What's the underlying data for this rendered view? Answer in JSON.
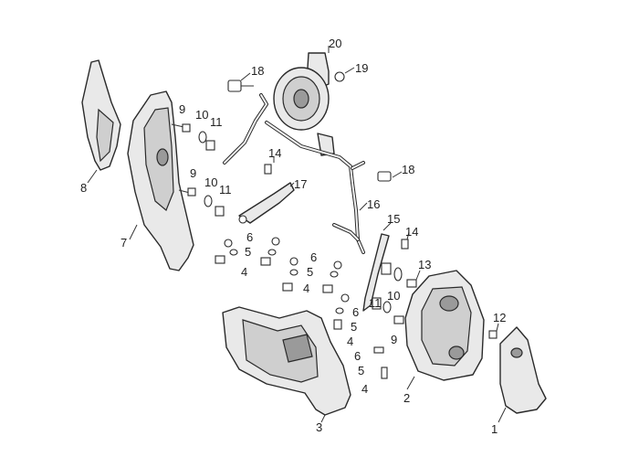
{
  "callouts": [
    {
      "id": "1",
      "label": "1"
    },
    {
      "id": "2",
      "label": "2"
    },
    {
      "id": "3",
      "label": "3"
    },
    {
      "id": "4a",
      "label": "4"
    },
    {
      "id": "4b",
      "label": "4"
    },
    {
      "id": "4c",
      "label": "4"
    },
    {
      "id": "5a",
      "label": "5"
    },
    {
      "id": "5b",
      "label": "5"
    },
    {
      "id": "5c",
      "label": "5"
    },
    {
      "id": "5d",
      "label": "5"
    },
    {
      "id": "6a",
      "label": "6"
    },
    {
      "id": "6b",
      "label": "6"
    },
    {
      "id": "6c",
      "label": "6"
    },
    {
      "id": "6d",
      "label": "6"
    },
    {
      "id": "7",
      "label": "7"
    },
    {
      "id": "8",
      "label": "8"
    },
    {
      "id": "9a",
      "label": "9"
    },
    {
      "id": "9b",
      "label": "9"
    },
    {
      "id": "9c",
      "label": "9"
    },
    {
      "id": "10a",
      "label": "10"
    },
    {
      "id": "10b",
      "label": "10"
    },
    {
      "id": "10c",
      "label": "10"
    },
    {
      "id": "11a",
      "label": "11"
    },
    {
      "id": "11b",
      "label": "11"
    },
    {
      "id": "11c",
      "label": "11"
    },
    {
      "id": "12",
      "label": "12"
    },
    {
      "id": "13",
      "label": "13"
    },
    {
      "id": "14a",
      "label": "14"
    },
    {
      "id": "14b",
      "label": "14"
    },
    {
      "id": "15",
      "label": "15"
    },
    {
      "id": "16",
      "label": "16"
    },
    {
      "id": "17",
      "label": "17"
    },
    {
      "id": "18a",
      "label": "18"
    },
    {
      "id": "18b",
      "label": "18"
    },
    {
      "id": "19",
      "label": "19"
    },
    {
      "id": "20",
      "label": "20"
    }
  ]
}
